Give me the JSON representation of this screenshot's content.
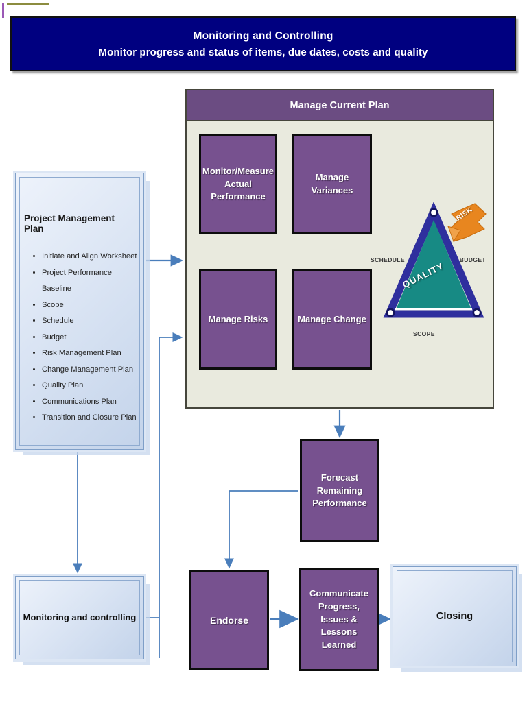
{
  "banner": {
    "title": "Monitoring and Controlling",
    "subtitle": "Monitor progress and status of items, due dates, costs and quality"
  },
  "project_management_plan": {
    "title": "Project Management Plan",
    "items": [
      "Initiate and Align Worksheet",
      "Project Performance Baseline",
      "Scope",
      "Schedule",
      "Budget",
      "Risk Management Plan",
      "Change Management Plan",
      "Quality Plan",
      "Communications Plan",
      "Transition and Closure Plan"
    ]
  },
  "manage_current_plan": {
    "header": "Manage Current Plan",
    "boxes": {
      "monitor_measure": "Monitor/Measure Actual Performance",
      "manage_variances": "Manage Variances",
      "manage_risks": "Manage Risks",
      "manage_change": "Manage Change"
    },
    "triangle": {
      "center": "QUALITY",
      "left": "SCHEDULE",
      "right": "BUDGET",
      "bottom": "SCOPE",
      "arrow": "RISK"
    }
  },
  "flow": {
    "forecast": "Forecast Remaining Performance",
    "endorse": "Endorse",
    "communicate": "Communicate Progress, Issues & Lessons Learned",
    "closing": "Closing",
    "monitoring_and_controlling": "Monitoring and controlling"
  },
  "colors": {
    "banner_bg": "#000080",
    "container_header": "#6b4c82",
    "container_body": "#e9eade",
    "process_box": "#77518f",
    "panel_blue": "#c3d3ea",
    "connector": "#4a7ebb",
    "triangle_border": "#2f2f9e",
    "triangle_fill": "#1a8a86",
    "risk_arrow": "#e8861f"
  }
}
